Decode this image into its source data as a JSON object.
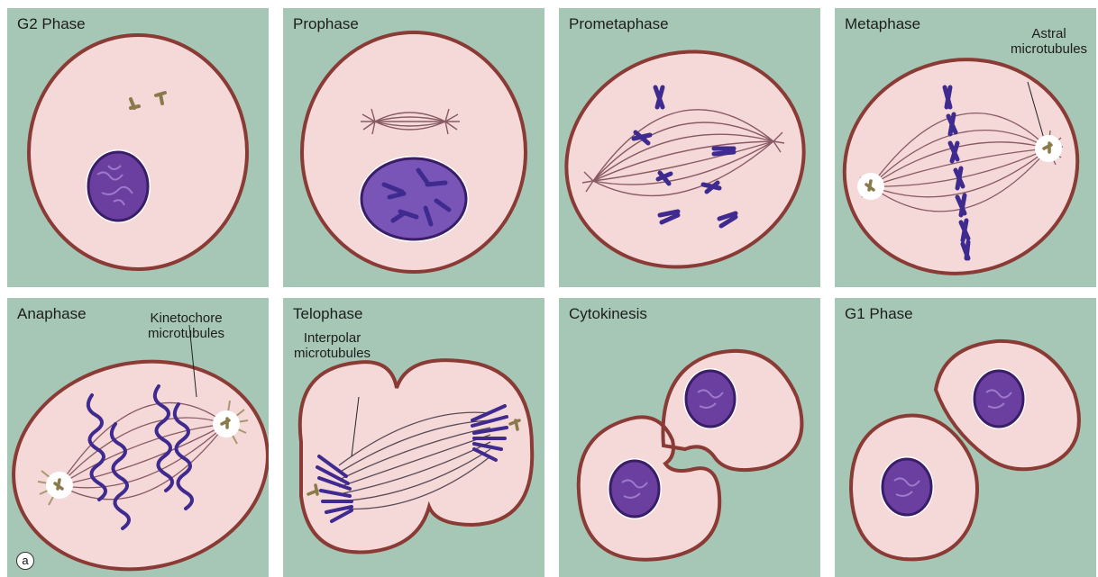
{
  "colors": {
    "background": "#a6c7b6",
    "cytoplasm": "#f4d9d8",
    "membrane": "#8a3b35",
    "nucleus": "#5b2a86",
    "chromosome": "#3f2a8f",
    "spindle": "#8a5a64",
    "centriole": "#8a7a4a"
  },
  "panels": [
    {
      "key": "g2",
      "title": "G2 Phase"
    },
    {
      "key": "prophase",
      "title": "Prophase"
    },
    {
      "key": "prometaphase",
      "title": "Prometaphase"
    },
    {
      "key": "metaphase",
      "title": "Metaphase",
      "callout": "Astral\nmicrotubules"
    },
    {
      "key": "anaphase",
      "title": "Anaphase",
      "callout": "Kinetochore\nmicrotubules",
      "badge": "a"
    },
    {
      "key": "telophase",
      "title": "Telophase",
      "callout": "Interpolar\nmicrotubules"
    },
    {
      "key": "cytokinesis",
      "title": "Cytokinesis"
    },
    {
      "key": "g1",
      "title": "G1 Phase"
    }
  ]
}
